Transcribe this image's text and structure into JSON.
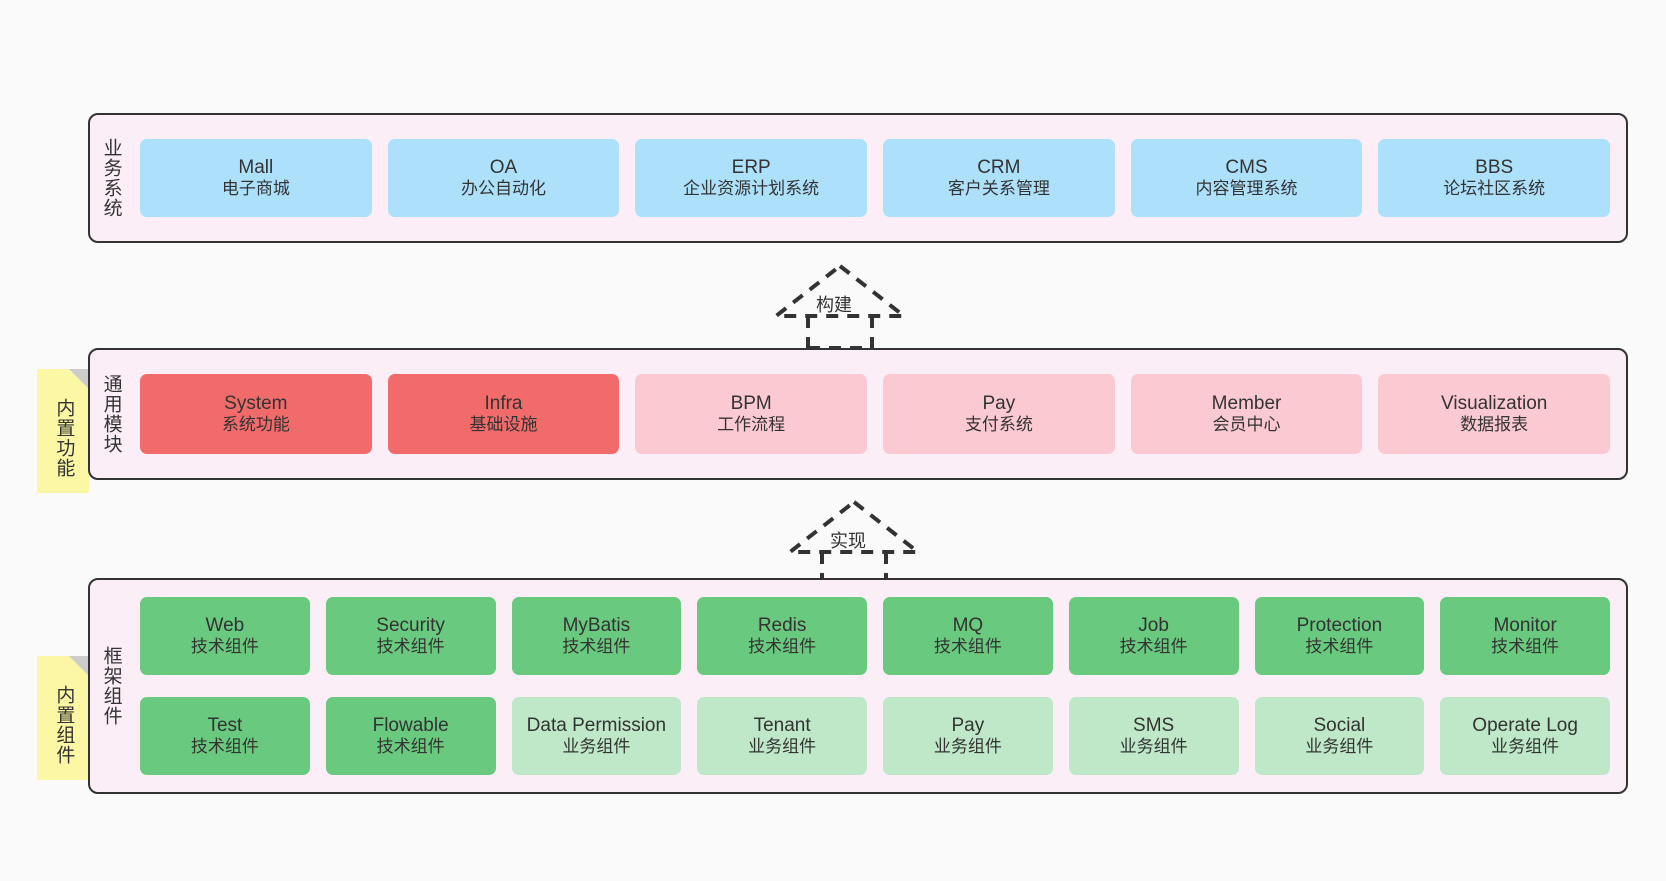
{
  "diagram": {
    "background_color": "#fafafa",
    "panel_color": "#fbeef7",
    "note_color": "#fbf7a5",
    "border_color": "#333333"
  },
  "layers": {
    "business": {
      "label": "业务系统",
      "cards": [
        {
          "en": "Mall",
          "cn": "电子商城",
          "color": "#ade1fb"
        },
        {
          "en": "OA",
          "cn": "办公自动化",
          "color": "#ade1fb"
        },
        {
          "en": "ERP",
          "cn": "企业资源计划系统",
          "color": "#ade1fb"
        },
        {
          "en": "CRM",
          "cn": "客户关系管理",
          "color": "#ade1fb"
        },
        {
          "en": "CMS",
          "cn": "内容管理系统",
          "color": "#ade1fb"
        },
        {
          "en": "BBS",
          "cn": "论坛社区系统",
          "color": "#ade1fb"
        }
      ]
    },
    "common": {
      "label": "通用模块",
      "note": "内置功能",
      "cards": [
        {
          "en": "System",
          "cn": "系统功能",
          "color": "#f26b6b"
        },
        {
          "en": "Infra",
          "cn": "基础设施",
          "color": "#f26b6b"
        },
        {
          "en": "BPM",
          "cn": "工作流程",
          "color": "#fbc9d2"
        },
        {
          "en": "Pay",
          "cn": "支付系统",
          "color": "#fbc9d2"
        },
        {
          "en": "Member",
          "cn": "会员中心",
          "color": "#fbc9d2"
        },
        {
          "en": "Visualization",
          "cn": "数据报表",
          "color": "#fbc9d2"
        }
      ]
    },
    "framework": {
      "label": "框架组件",
      "note": "内置组件",
      "row1": [
        {
          "en": "Web",
          "cn": "技术组件",
          "color": "#69c97e"
        },
        {
          "en": "Security",
          "cn": "技术组件",
          "color": "#69c97e"
        },
        {
          "en": "MyBatis",
          "cn": "技术组件",
          "color": "#69c97e"
        },
        {
          "en": "Redis",
          "cn": "技术组件",
          "color": "#69c97e"
        },
        {
          "en": "MQ",
          "cn": "技术组件",
          "color": "#69c97e"
        },
        {
          "en": "Job",
          "cn": "技术组件",
          "color": "#69c97e"
        },
        {
          "en": "Protection",
          "cn": "技术组件",
          "color": "#69c97e"
        },
        {
          "en": "Monitor",
          "cn": "技术组件",
          "color": "#69c97e"
        }
      ],
      "row2": [
        {
          "en": "Test",
          "cn": "技术组件",
          "color": "#69c97e"
        },
        {
          "en": "Flowable",
          "cn": "技术组件",
          "color": "#69c97e"
        },
        {
          "en": "Data Permission",
          "cn": "业务组件",
          "color": "#bfe8c8"
        },
        {
          "en": "Tenant",
          "cn": "业务组件",
          "color": "#bfe8c8"
        },
        {
          "en": "Pay",
          "cn": "业务组件",
          "color": "#bfe8c8"
        },
        {
          "en": "SMS",
          "cn": "业务组件",
          "color": "#bfe8c8"
        },
        {
          "en": "Social",
          "cn": "业务组件",
          "color": "#bfe8c8"
        },
        {
          "en": "Operate Log",
          "cn": "业务组件",
          "color": "#bfe8c8"
        }
      ]
    }
  },
  "connectors": [
    {
      "label": "构建"
    },
    {
      "label": "实现"
    }
  ]
}
